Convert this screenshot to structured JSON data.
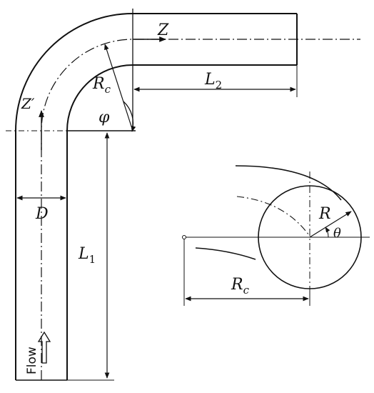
{
  "labels": {
    "z": "Z",
    "z_prime": "Z′",
    "rc_main": "R",
    "rc_sub": "c",
    "phi": "φ",
    "l2": "L",
    "l2_sub": "2",
    "d": "D",
    "l1": "L",
    "l1_sub": "1",
    "flow": "Flow",
    "r": "R",
    "theta": "θ",
    "rc2_main": "R",
    "rc2_sub": "c"
  }
}
